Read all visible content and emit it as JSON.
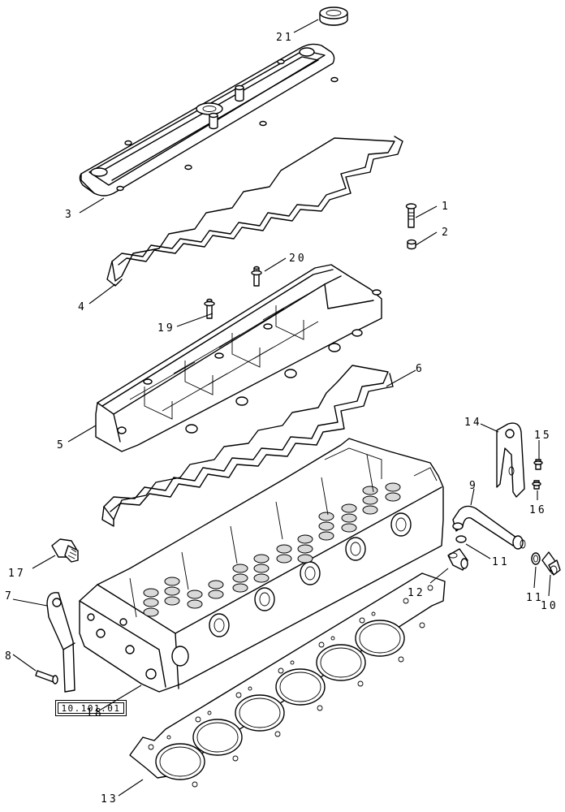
{
  "diagram": {
    "reference": "10.101.01",
    "callouts": {
      "p1": "1",
      "p2": "2",
      "p3": "3",
      "p4": "4",
      "p5": "5",
      "p6": "6",
      "p7": "7",
      "p8": "8",
      "p9": "9",
      "p10": "10",
      "p11a": "11",
      "p11b": "11",
      "p12": "12",
      "p13": "13",
      "p14": "14",
      "p15": "15",
      "p16": "16",
      "p17": "17",
      "p18": "18",
      "p19": "19",
      "p20": "20",
      "p21": "21"
    }
  }
}
